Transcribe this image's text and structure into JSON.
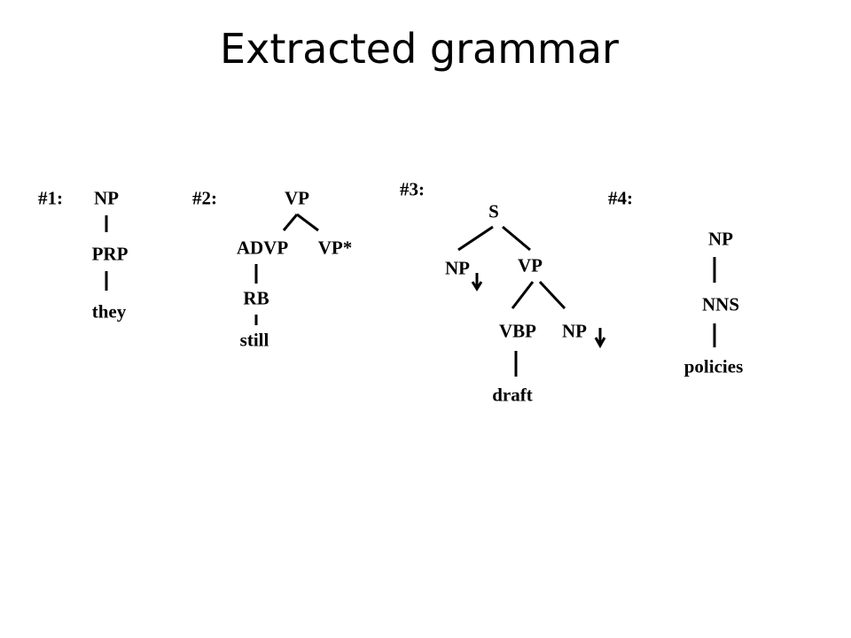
{
  "title": "Extracted grammar",
  "trees": [
    {
      "id": "#1:",
      "nodes": [
        "NP",
        "PRP",
        "they"
      ]
    },
    {
      "id": "#2:",
      "nodes": [
        "VP",
        "ADVP",
        "VP*",
        "RB",
        "still"
      ]
    },
    {
      "id": "#3:",
      "nodes": [
        "S",
        "NP",
        "VP",
        "VBP",
        "NP",
        "draft"
      ]
    },
    {
      "id": "#4:",
      "nodes": [
        "NP",
        "NNS",
        "policies"
      ]
    }
  ]
}
